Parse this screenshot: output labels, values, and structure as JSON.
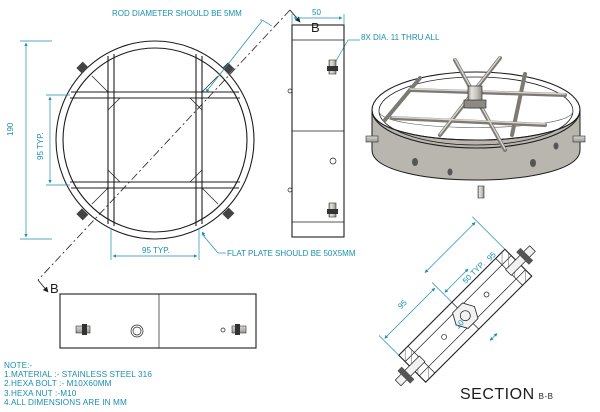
{
  "annotations": {
    "rod_diameter": "ROD DIAMETER SHOULD BE 5MM",
    "holes": "8X DIA. 11 THRU ALL",
    "flat_plate": "FLAT PLATE SHOULD BE 50X5MM"
  },
  "dimensions": {
    "width_top": "50",
    "height_overall": "190",
    "inner_vertical": "95 TYP.",
    "inner_horizontal": "95 TYP.",
    "section_95_a": "95",
    "section_95_b": "95",
    "section_50": "50 TYP.",
    "section_10": "10"
  },
  "cut_labels": {
    "top": "B",
    "bottom": "B"
  },
  "section_label": {
    "title": "SECTION",
    "suffix": "B-B"
  },
  "notes": {
    "header": "NOTE:-",
    "items": [
      "1.MATERIAL :- STAINLESS STEEL 316",
      "2.HEXA BOLT :- M10X60MM",
      "3.HEXA NUT :-M10",
      "4.ALL DIMENSIONS ARE IN MM"
    ]
  },
  "colors": {
    "dimension_text": "#1a8fb0",
    "line": "#1e1e1e",
    "metal_light": "#e6e3de",
    "metal_dark": "#8d8a86"
  }
}
